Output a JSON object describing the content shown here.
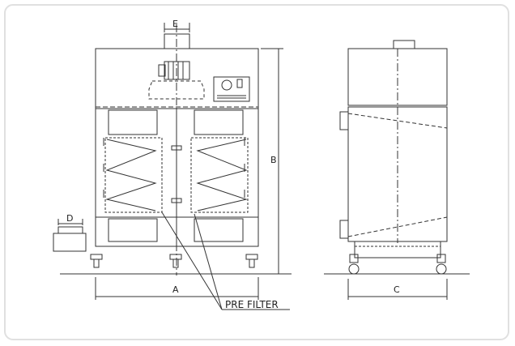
{
  "dimensions": {
    "a": "A",
    "b": "B",
    "c": "C",
    "d": "D",
    "e": "E"
  },
  "callout": {
    "pre_filter": "PRE FILTER"
  },
  "colors": {
    "line": "#333333",
    "frame_border": "#e0e0e0",
    "background": "#ffffff"
  }
}
